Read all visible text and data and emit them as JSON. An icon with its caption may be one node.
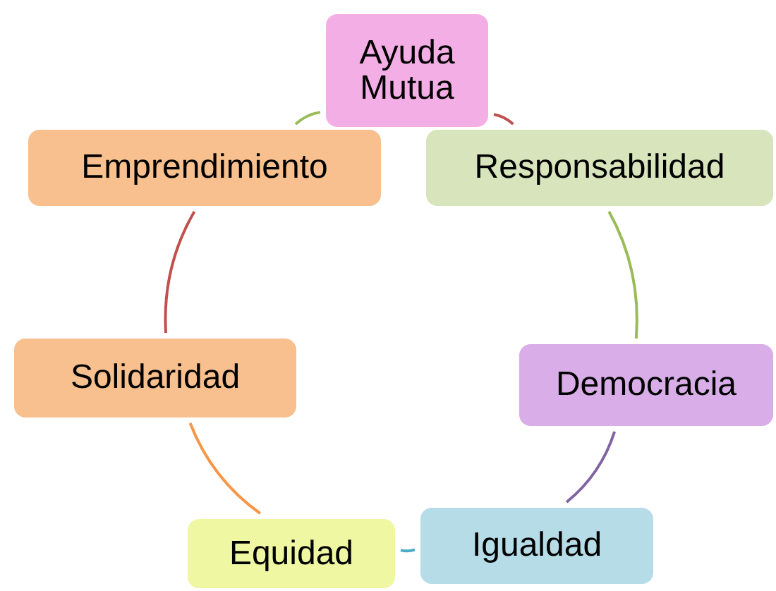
{
  "diagram": {
    "nodes": [
      {
        "text": [
          "Ayuda Mutua"
        ]
      },
      {
        "text": [
          "Emprendimiento"
        ]
      },
      {
        "text": [
          "Responsabilidad"
        ]
      },
      {
        "text": [
          "Solidaridad"
        ]
      },
      {
        "text": [
          "Democracia"
        ]
      },
      {
        "text": [
          "Equidad"
        ]
      },
      {
        "text": [
          "Igualdad"
        ]
      }
    ],
    "edges": [
      {
        "from": 0,
        "to": 2,
        "arrow": "none",
        "color": "#c0504d"
      },
      {
        "from": 2,
        "to": 4,
        "arrow": "none",
        "color": "#9bbb59"
      },
      {
        "from": 4,
        "to": 6,
        "arrow": "none",
        "color": "#8064a2"
      },
      {
        "from": 6,
        "to": 5,
        "arrow": "none",
        "color": "#4bacc6"
      },
      {
        "from": 5,
        "to": 3,
        "arrow": "none",
        "color": "#f79646"
      },
      {
        "from": 3,
        "to": 1,
        "arrow": "none",
        "color": "#c0504d"
      },
      {
        "from": 1,
        "to": 0,
        "arrow": "none",
        "color": "#9bbb59"
      }
    ]
  }
}
